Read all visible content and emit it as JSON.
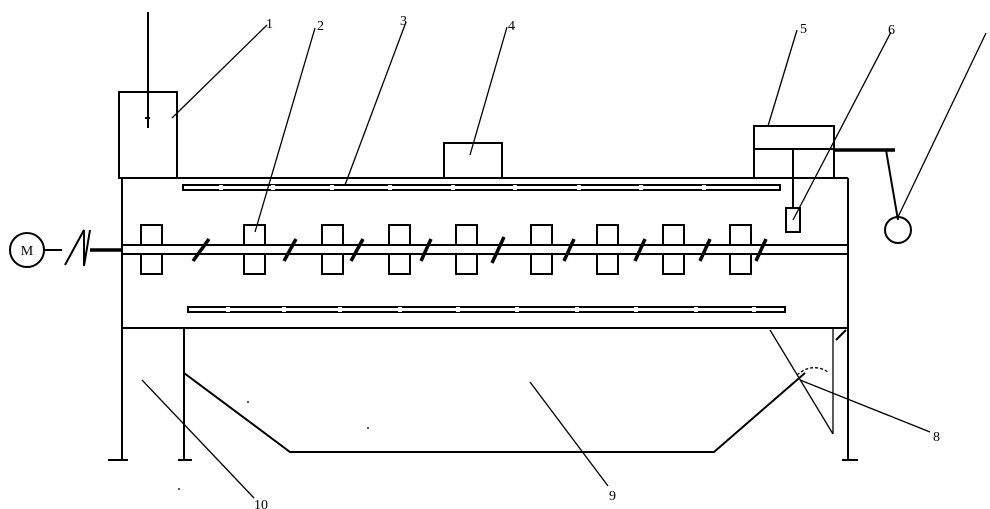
{
  "labels": {
    "motor": "M",
    "part_1": "1",
    "part_2": "2",
    "part_3": "3",
    "part_4": "4",
    "part_5": "5",
    "part_6": "6",
    "part_8": "8",
    "part_9": "9",
    "part_10": "10"
  }
}
